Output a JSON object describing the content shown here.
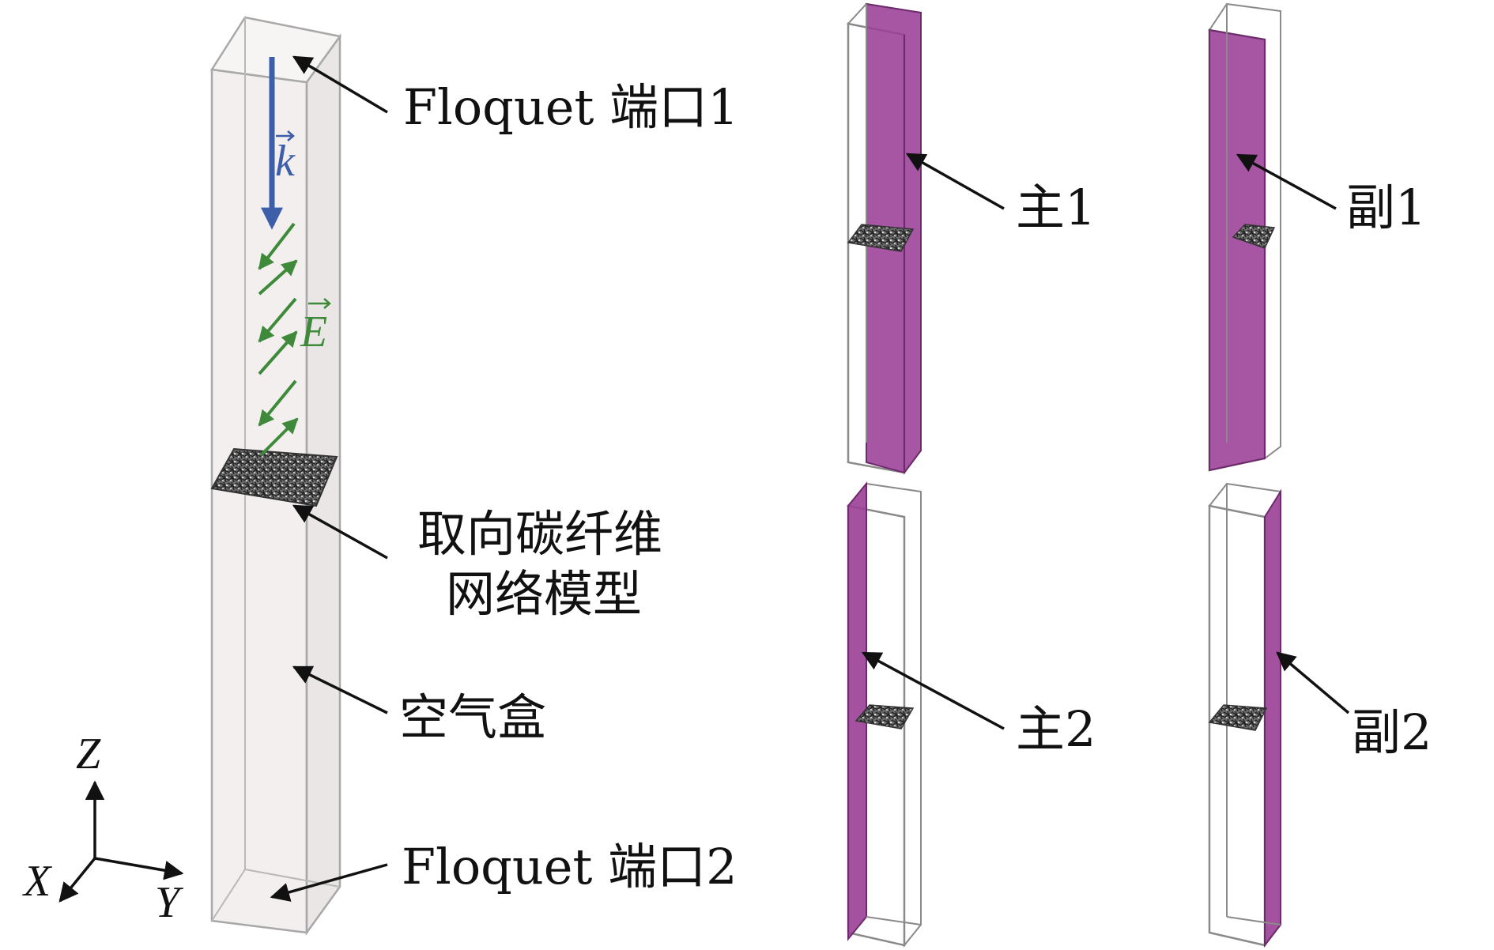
{
  "labels": {
    "port1": "Floquet 端口1",
    "port2": "Floquet 端口2",
    "model_line1": "取向碳纤维",
    "model_line2": "网络模型",
    "air_box": "空气盒",
    "master1": "主1",
    "slave1": "副1",
    "master2": "主2",
    "slave2": "副2"
  },
  "symbols": {
    "k": "k",
    "E": "E",
    "axis_z": "Z",
    "axis_x": "X",
    "axis_y": "Y"
  },
  "colors": {
    "box_fill": "#f3efef",
    "box_edge": "#a8a8a8",
    "wall_purple": "#9a3f96",
    "wave_vector": "#3d5ea8",
    "e_field": "#3e8a3a",
    "carbon_mesh": "#3a3a3a",
    "text": "#111111"
  }
}
